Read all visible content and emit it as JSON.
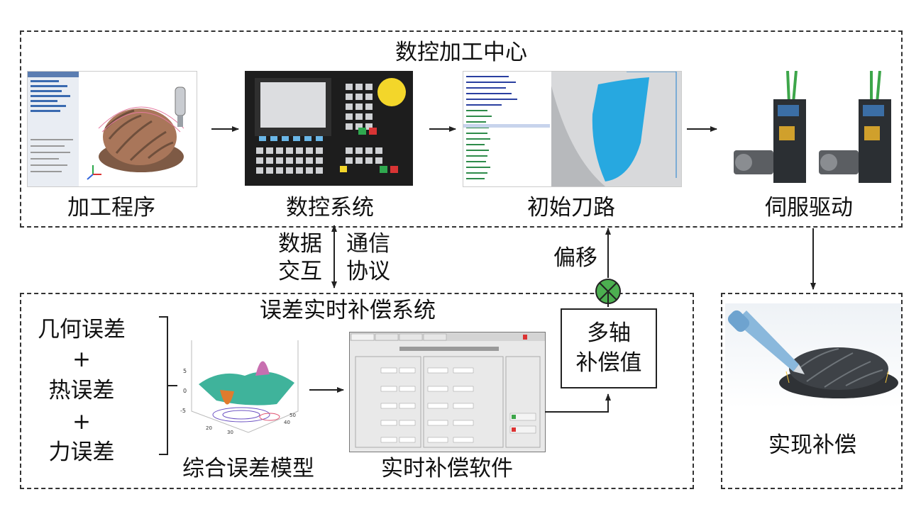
{
  "cnc_center": {
    "title": "数控加工中心",
    "stages": [
      {
        "label": "加工程序"
      },
      {
        "label": "数控系统"
      },
      {
        "label": "初始刀路"
      },
      {
        "label": "伺服驱动"
      }
    ]
  },
  "link": {
    "left_top": "数据",
    "left_bottom": "交互",
    "right_top": "通信",
    "right_bottom": "协议",
    "offset": "偏移"
  },
  "compensation_system": {
    "title": "误差实时补偿系统",
    "errors": [
      "几何误差",
      "+",
      "热误差",
      "+",
      "力误差"
    ],
    "model_label": "综合误差模型",
    "software_label": "实时补偿软件",
    "value_box_line1": "多轴",
    "value_box_line2": "补偿值"
  },
  "realization": {
    "label": "实现补偿"
  },
  "colors": {
    "impeller": "#a9765a",
    "cnc_panel": "#1d1d1d",
    "toolpath": "#27a8e0",
    "servo": "#2b2f33",
    "surface": "#3fb39b",
    "sum_node": "#4caf50"
  }
}
